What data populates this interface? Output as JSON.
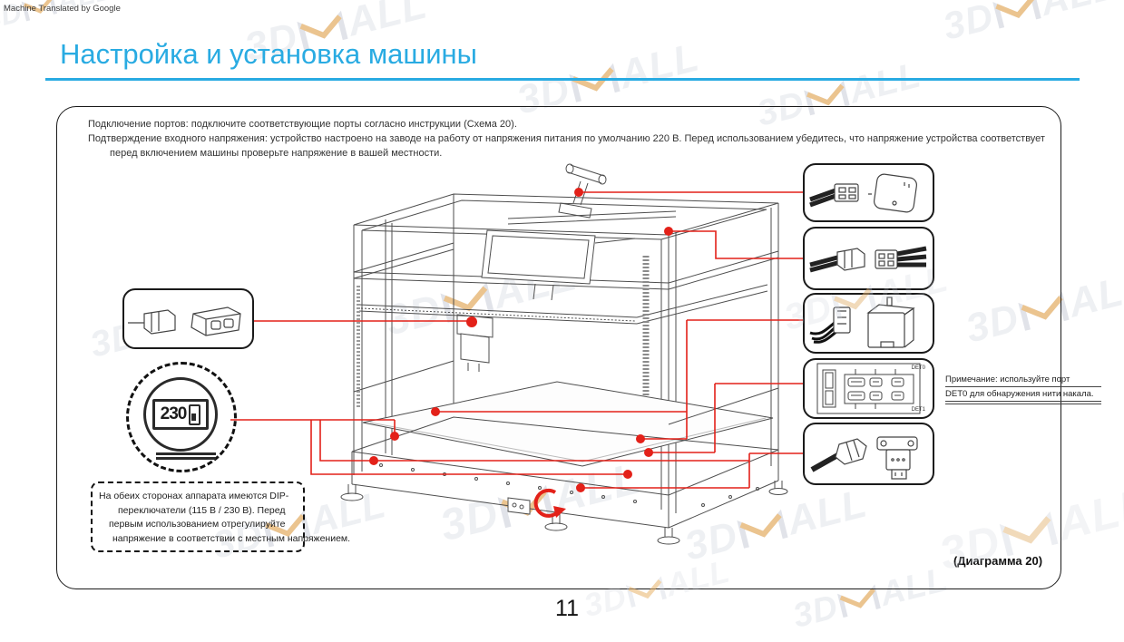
{
  "page": {
    "machine_translated": "Machine Translated by Google",
    "title": "Настройка и установка машины",
    "diagram_label": "(Диаграмма 20)",
    "page_number": "11"
  },
  "instructions": {
    "line1": "Подключение портов: подключите соответствующие порты согласно инструкции (Схема 20).",
    "line2": "Подтверждение входного напряжения: устройство настроено на заводе на работу от напряжения питания по умолчанию 220 В. Перед использованием убедитесь, что напряжение устройства соответствует",
    "line3": "перед включением машины проверьте напряжение в вашей местности."
  },
  "voltage_switch": {
    "value": "230"
  },
  "dip_note": {
    "line1": "На обеих сторонах аппарата имеются DIP-",
    "line2": "переключатели (115 В / 230 В). Перед",
    "line3": "первым использованием отрегулируйте",
    "line4": "напряжение в соответствии с местным напряжением."
  },
  "det_note": {
    "line1": "Примечание: используйте порт",
    "line2": "DET0 для обнаружения нити накала."
  },
  "port_panel": {
    "label_top": "DET0",
    "label_bottom": "DET1"
  },
  "watermark": {
    "text_3d": "3D",
    "text_all": "ALL"
  },
  "figures": {
    "machine": "3d-printer-frame-diagram",
    "left_box": "power-plug-and-socket",
    "circle": "voltage-switch-230",
    "right_box_1": "cable-and-filament-sensor-module",
    "right_box_2": "cable-to-cable-connectors",
    "right_box_3": "connector-and-stepper-motor",
    "right_box_4": "port-panel-det0-det1",
    "right_box_5": "connector-and-bracket-sensor"
  },
  "colors": {
    "accent": "#29abe2",
    "callout_red": "#e32119",
    "line_art": "#4e4e4e"
  }
}
